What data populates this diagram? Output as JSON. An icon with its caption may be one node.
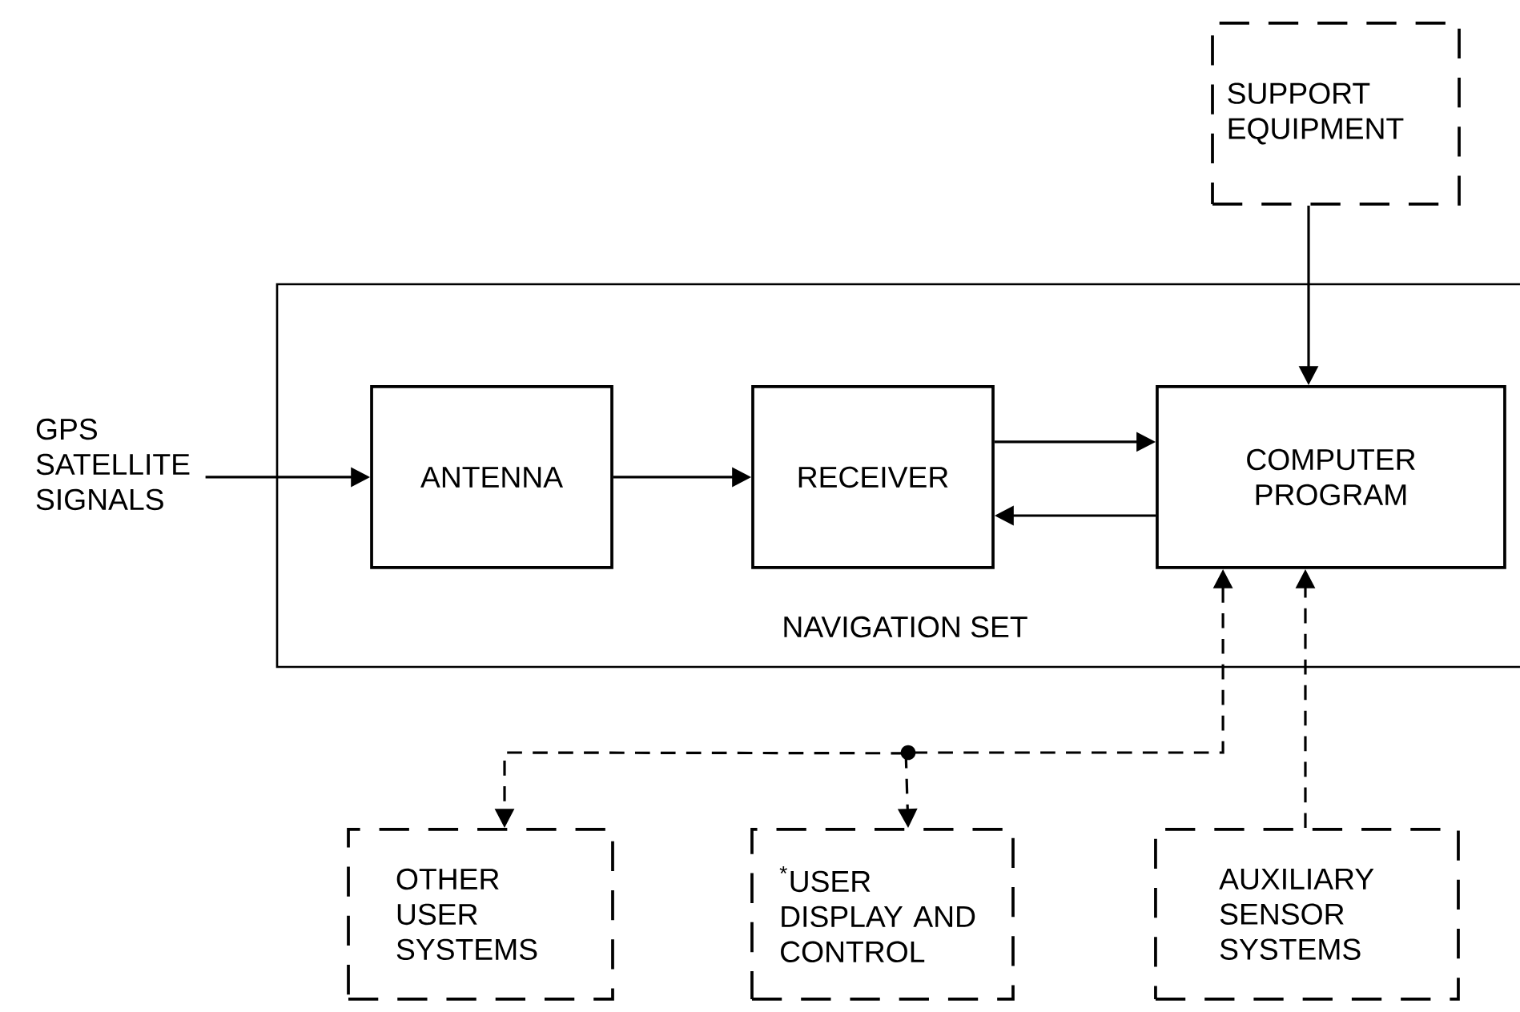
{
  "diagram": {
    "nodes": [
      {
        "text": [
          "NAVIGATION SET"
        ]
      },
      {
        "text": [
          "GPS SATELLITE SIGNALS"
        ]
      },
      {
        "text": [
          "ANTENNA"
        ],
        "in": 0
      },
      {
        "text": [
          "RECEIVER"
        ],
        "in": 0
      },
      {
        "text": [
          "COMPUTER PROGRAM"
        ],
        "in": 0
      },
      {
        "text": [
          "SUPPORT EQUIPMENT"
        ]
      },
      {
        "text": [
          "OTHER USER SYSTEMS"
        ]
      },
      {
        "text": [
          "$^{*}$USER DISPLAY AND CONTROL"
        ]
      },
      {
        "text": [
          "AUXILIARY SENSOR SYSTEMS"
        ]
      }
    ],
    "edges": [
      {
        "from": 1,
        "to": 2,
        "arrow": "to"
      },
      {
        "from": 2,
        "to": 3,
        "arrow": "to"
      },
      {
        "from": 3,
        "to": 4,
        "arrow": "to"
      },
      {
        "from": 4,
        "to": 3,
        "arrow": "to"
      },
      {
        "from": 5,
        "to": 4,
        "arrow": "to"
      },
      {
        "from": 4,
        "to": 6,
        "arrow": "both",
        "style": "dashed"
      },
      {
        "from": 4,
        "to": 7,
        "arrow": "both",
        "style": "dashed"
      },
      {
        "from": 8,
        "to": 4,
        "arrow": "to",
        "style": "dashed"
      }
    ]
  }
}
